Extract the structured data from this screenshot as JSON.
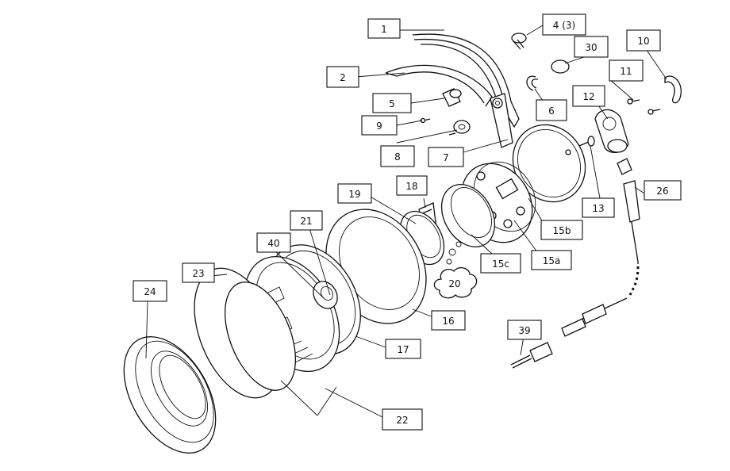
{
  "callouts": {
    "c1": "1",
    "c2": "2",
    "c4": "4 (3)",
    "c5": "5",
    "c6": "6",
    "c7": "7",
    "c8": "8",
    "c9": "9",
    "c10": "10",
    "c11": "11",
    "c12": "12",
    "c13": "13",
    "c15a": "15a",
    "c15b": "15b",
    "c15c": "15c",
    "c16": "16",
    "c17": "17",
    "c18": "18",
    "c19": "19",
    "c20": "20",
    "c21": "21",
    "c22": "22",
    "c23": "23",
    "c24": "24",
    "c26": "26",
    "c30": "30",
    "c39": "39",
    "c40": "40"
  }
}
